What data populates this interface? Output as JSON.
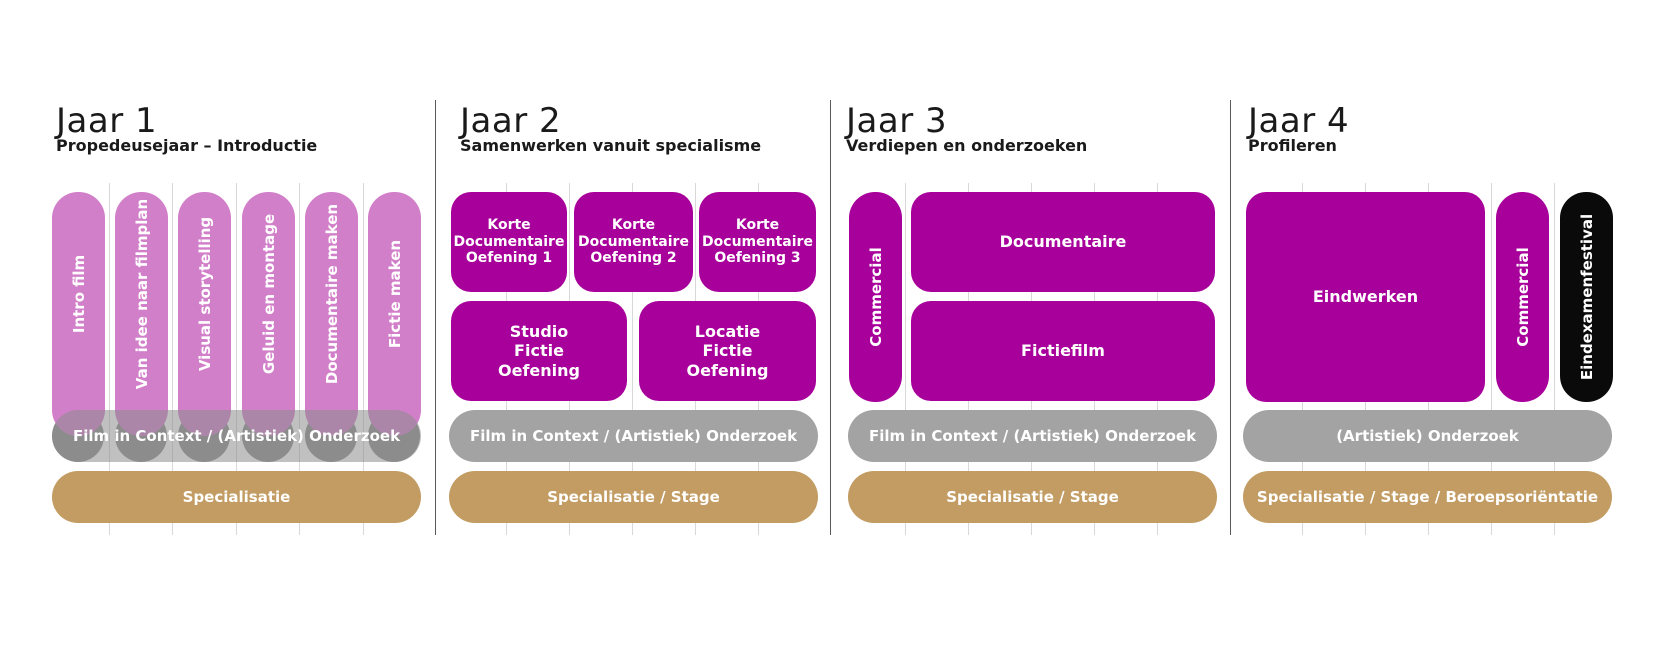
{
  "colors": {
    "pink": "#d27fc9",
    "magenta": "#a8009a",
    "grey": "#a3a3a3",
    "dark_grey": "#8c8c8c",
    "gold": "#c29c62",
    "black": "#0a0a0a"
  },
  "year1": {
    "title": "Jaar 1",
    "subtitle": "Propedeusejaar – Introductie",
    "pillars": [
      "Intro film",
      "Van idee naar filmplan",
      "Visual storytelling",
      "Geluid en montage",
      "Documentaire maken",
      "Fictie maken"
    ],
    "research_bar": "Film in Context / (Artistiek) Onderzoek",
    "specialisation_bar": "Specialisatie"
  },
  "year2": {
    "title": "Jaar 2",
    "subtitle": "Samenwerken vanuit specialisme",
    "blocks_top": [
      [
        "Korte",
        "Documentaire",
        "Oefening 1"
      ],
      [
        "Korte",
        "Documentaire",
        "Oefening 2"
      ],
      [
        "Korte",
        "Documentaire",
        "Oefening 3"
      ]
    ],
    "blocks_bottom": [
      [
        "Studio",
        "Fictie",
        "Oefening"
      ],
      [
        "Locatie",
        "Fictie",
        "Oefening"
      ]
    ],
    "research_bar": "Film in Context / (Artistiek) Onderzoek",
    "specialisation_bar": "Specialisatie / Stage"
  },
  "year3": {
    "title": "Jaar 3",
    "subtitle": "Verdiepen en onderzoeken",
    "commercial": "Commercial",
    "documentary": "Documentaire",
    "fiction": "Fictiefilm",
    "research_bar": "Film in Context / (Artistiek) Onderzoek",
    "specialisation_bar": "Specialisatie / Stage"
  },
  "year4": {
    "title": "Jaar 4",
    "subtitle": "Profileren",
    "final_works": "Eindwerken",
    "commercial": "Commercial",
    "festival": "Eindexamenfestival",
    "research_bar": "(Artistiek) Onderzoek",
    "specialisation_bar": "Specialisatie / Stage / Beroepsoriëntatie"
  }
}
